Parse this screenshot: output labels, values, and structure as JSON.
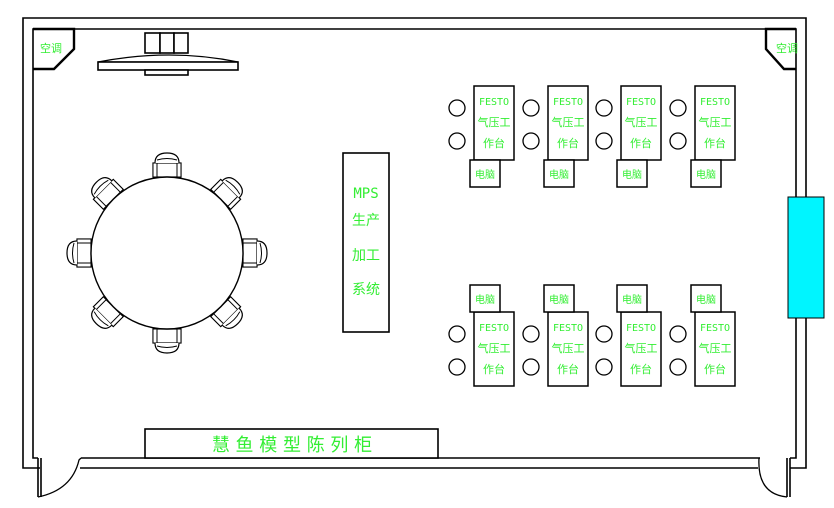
{
  "floorplan": {
    "ac_units": [
      {
        "label": "空调",
        "position": "top-left"
      },
      {
        "label": "空调",
        "position": "top-right"
      }
    ],
    "podium_label": "",
    "conference_table": {
      "chairs": 8
    },
    "mps_system": {
      "lines": [
        "MPS",
        "生产",
        "加工",
        "系统"
      ]
    },
    "workstations_top": [
      {
        "title": "FESTO",
        "line2": "气压工",
        "line3": "作台",
        "computer": "电脑"
      },
      {
        "title": "FESTO",
        "line2": "气压工",
        "line3": "作台",
        "computer": "电脑"
      },
      {
        "title": "FESTO",
        "line2": "气压工",
        "line3": "作台",
        "computer": "电脑"
      },
      {
        "title": "FESTO",
        "line2": "气压工",
        "line3": "作台",
        "computer": "电脑"
      }
    ],
    "workstations_bottom": [
      {
        "title": "FESTO",
        "line2": "气压工",
        "line3": "作台",
        "computer": "电脑"
      },
      {
        "title": "FESTO",
        "line2": "气压工",
        "line3": "作台",
        "computer": "电脑"
      },
      {
        "title": "FESTO",
        "line2": "气压工",
        "line3": "作台",
        "computer": "电脑"
      },
      {
        "title": "FESTO",
        "line2": "气压工",
        "line3": "作台",
        "computer": "电脑"
      }
    ],
    "display_cabinet": {
      "label": "慧 鱼 模 型 陈 列 柜"
    },
    "colors": {
      "label_text": "#33ee33",
      "window": "#00f5ff",
      "walls": "#000000"
    }
  }
}
